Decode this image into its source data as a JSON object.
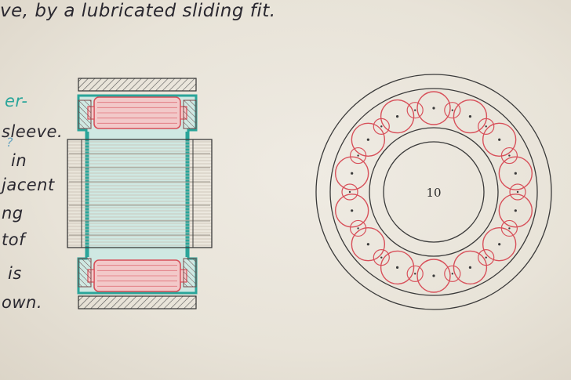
{
  "notes": {
    "heading_line": "ve, by a lubricated sliding fit.",
    "teal_mark": "er-",
    "blue_mark": "?",
    "margin_lines": [
      "sleeve.",
      "in",
      "jacent",
      "ng",
      "tof",
      "is",
      "own."
    ]
  },
  "diagram": {
    "end_view_label": "10",
    "colors": {
      "rollers": "#d8505a",
      "roller_fill": "#f2c9c9",
      "sleeve": "#2aa59a",
      "ink": "#3a3a3a"
    }
  }
}
